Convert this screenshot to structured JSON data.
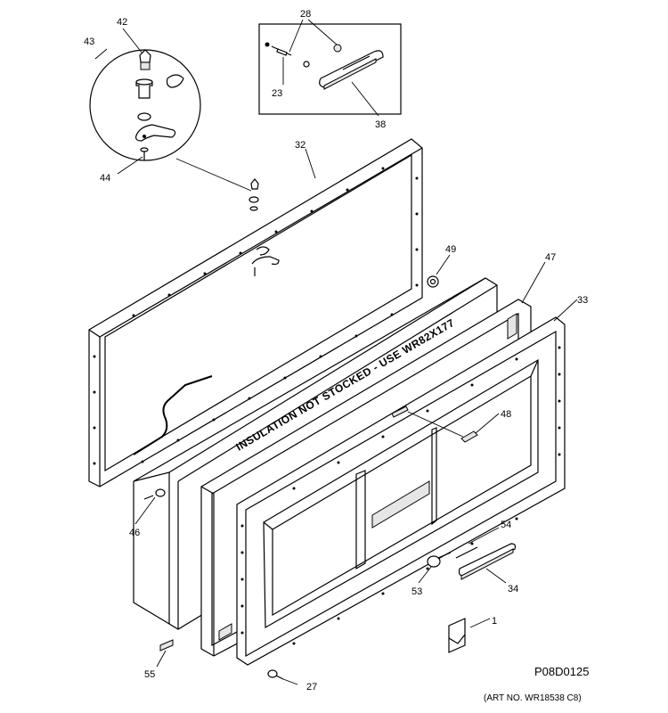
{
  "diagram": {
    "callouts": {
      "c42": "42",
      "c43": "43",
      "c44": "44",
      "c28": "28",
      "c23": "23",
      "c38": "38",
      "c32": "32",
      "c49": "49",
      "c47": "47",
      "c33": "33",
      "c48": "48",
      "c46": "46",
      "c54": "54",
      "c34": "34",
      "c53": "53",
      "c1": "1",
      "c55": "55",
      "c27": "27"
    },
    "insulation_label": "INSULATION NOT STOCKED - USE WR82X177",
    "drawing_code": "P08D0125",
    "art_number": "(ART NO. WR18538 C8)"
  }
}
